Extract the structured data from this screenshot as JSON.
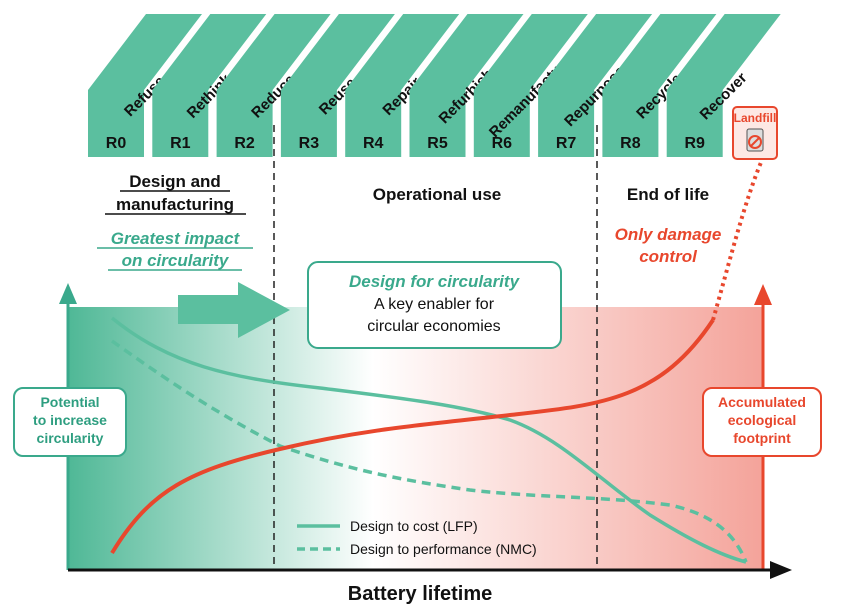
{
  "r_strategies": [
    {
      "code": "R0",
      "label": "Refuse"
    },
    {
      "code": "R1",
      "label": "Rethink"
    },
    {
      "code": "R2",
      "label": "Reduce"
    },
    {
      "code": "R3",
      "label": "Reuse"
    },
    {
      "code": "R4",
      "label": "Repair"
    },
    {
      "code": "R5",
      "label": "Refurbish"
    },
    {
      "code": "R6",
      "label": "Remanufacture"
    },
    {
      "code": "R7",
      "label": "Repurpose"
    },
    {
      "code": "R8",
      "label": "Recycle"
    },
    {
      "code": "R9",
      "label": "Recover"
    }
  ],
  "landfill": {
    "label": "Landfill"
  },
  "phases": {
    "design_line1": "Design and",
    "design_line2": "manufacturing",
    "operational": "Operational use",
    "end_of_life": "End of life"
  },
  "annotations": {
    "impact_line1": "Greatest impact",
    "impact_line2": "on circularity",
    "damage_line1": "Only damage",
    "damage_line2": "control"
  },
  "center_box": {
    "title": "Design for circularity",
    "line1": "A key enabler for",
    "line2": "circular economies"
  },
  "left_box": {
    "line1": "Potential",
    "line2": "to increase",
    "line3": "circularity"
  },
  "right_box": {
    "line1": "Accumulated",
    "line2": "ecological",
    "line3": "footprint"
  },
  "legend": {
    "solid": "Design to cost (LFP)",
    "dashed": "Design to performance (NMC)"
  },
  "x_axis_label": "Battery lifetime",
  "colors": {
    "teal": "#5bbf9f",
    "red": "#e8472d"
  }
}
